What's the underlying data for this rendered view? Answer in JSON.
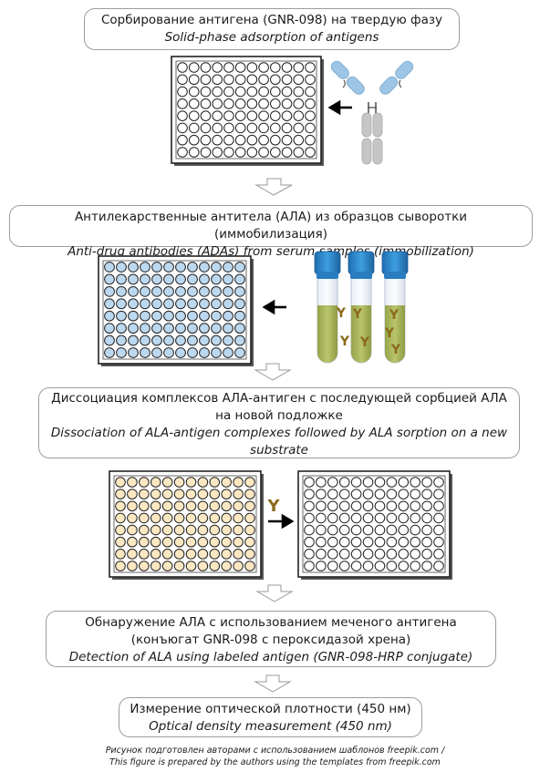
{
  "steps": [
    {
      "ru": "Сорбирование антигена (GNR-098) на твердую фазу",
      "en": "Solid-phase adsorption of antigens"
    },
    {
      "ru": "Антилекарственные антитела (АЛА) из образцов сыворотки (иммобилизация)",
      "en": "Anti-drug antibodies (ADAs) from serum samples (immobilization)"
    },
    {
      "ru1": "Диссоциация комплексов АЛА-антиген с последующей сорбцией АЛА",
      "ru2": "на новой подложке",
      "en1": "Dissociation of ALA-antigen complexes followed by ALA sorption on a new",
      "en2": "substrate"
    },
    {
      "ru1": "Обнаружение АЛА с использованием меченого антигена",
      "ru2": "(конъюгат GNR-098 с пероксидазой хрена)",
      "en": "Detection of ALA using labeled antigen (GNR-098-HRP conjugate)"
    },
    {
      "ru": "Измерение оптической плотности (450 нм)",
      "en": "Optical density measurement (450 nm)"
    }
  ],
  "credit": {
    "ru": "Рисунок подготовлен авторами с использованием шаблонов freepik.com /",
    "en": "This figure is prepared by the authors using the templates from freepik.com"
  },
  "y_symbol": "Y",
  "colors": {
    "plate_empty": "#ffffff",
    "plate_blue": "#bcd8ef",
    "plate_yellow": "#fbe8c2",
    "antibody_blue": "#9cc5e6",
    "antibody_gray": "#c4c4c4",
    "tube_cap": "#2f86c9",
    "serum": "#a9b45a",
    "y_brown": "#8b6a1a"
  }
}
